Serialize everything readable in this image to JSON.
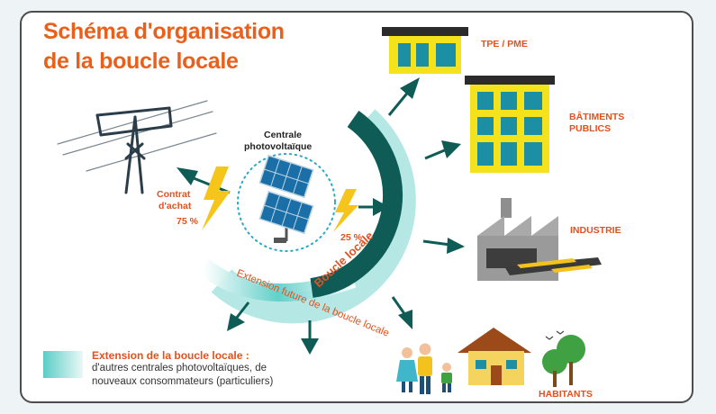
{
  "title": {
    "line1": "Schéma d'organisation",
    "line2": "de la boucle locale"
  },
  "centrale": {
    "line1": "Centrale",
    "line2": "photovoltaïque"
  },
  "contrat": {
    "line1": "Contrat",
    "line2": "d'achat",
    "percent": "75 %"
  },
  "local_percent": "25 %",
  "boucle_label": "Boucle locale",
  "extension_label": "Extension future de la boucle locale",
  "destinations": {
    "tpe": "TPE / PME",
    "batiments_line1": "BÂTIMENTS",
    "batiments_line2": "PUBLICS",
    "industrie": "INDUSTRIE",
    "habitants": "HABITANTS"
  },
  "legend": {
    "title": "Extension de la boucle locale :",
    "line1": "d'autres centrales photovoltaïques, de",
    "line2": "nouveaux consommateurs (particuliers)"
  },
  "colors": {
    "accent_orange": "#e9601c",
    "loop_dark": "#0f5c57",
    "loop_teal": "#5bcdc6",
    "building_yellow": "#f4e21c",
    "building_window": "#1d8fa4"
  }
}
